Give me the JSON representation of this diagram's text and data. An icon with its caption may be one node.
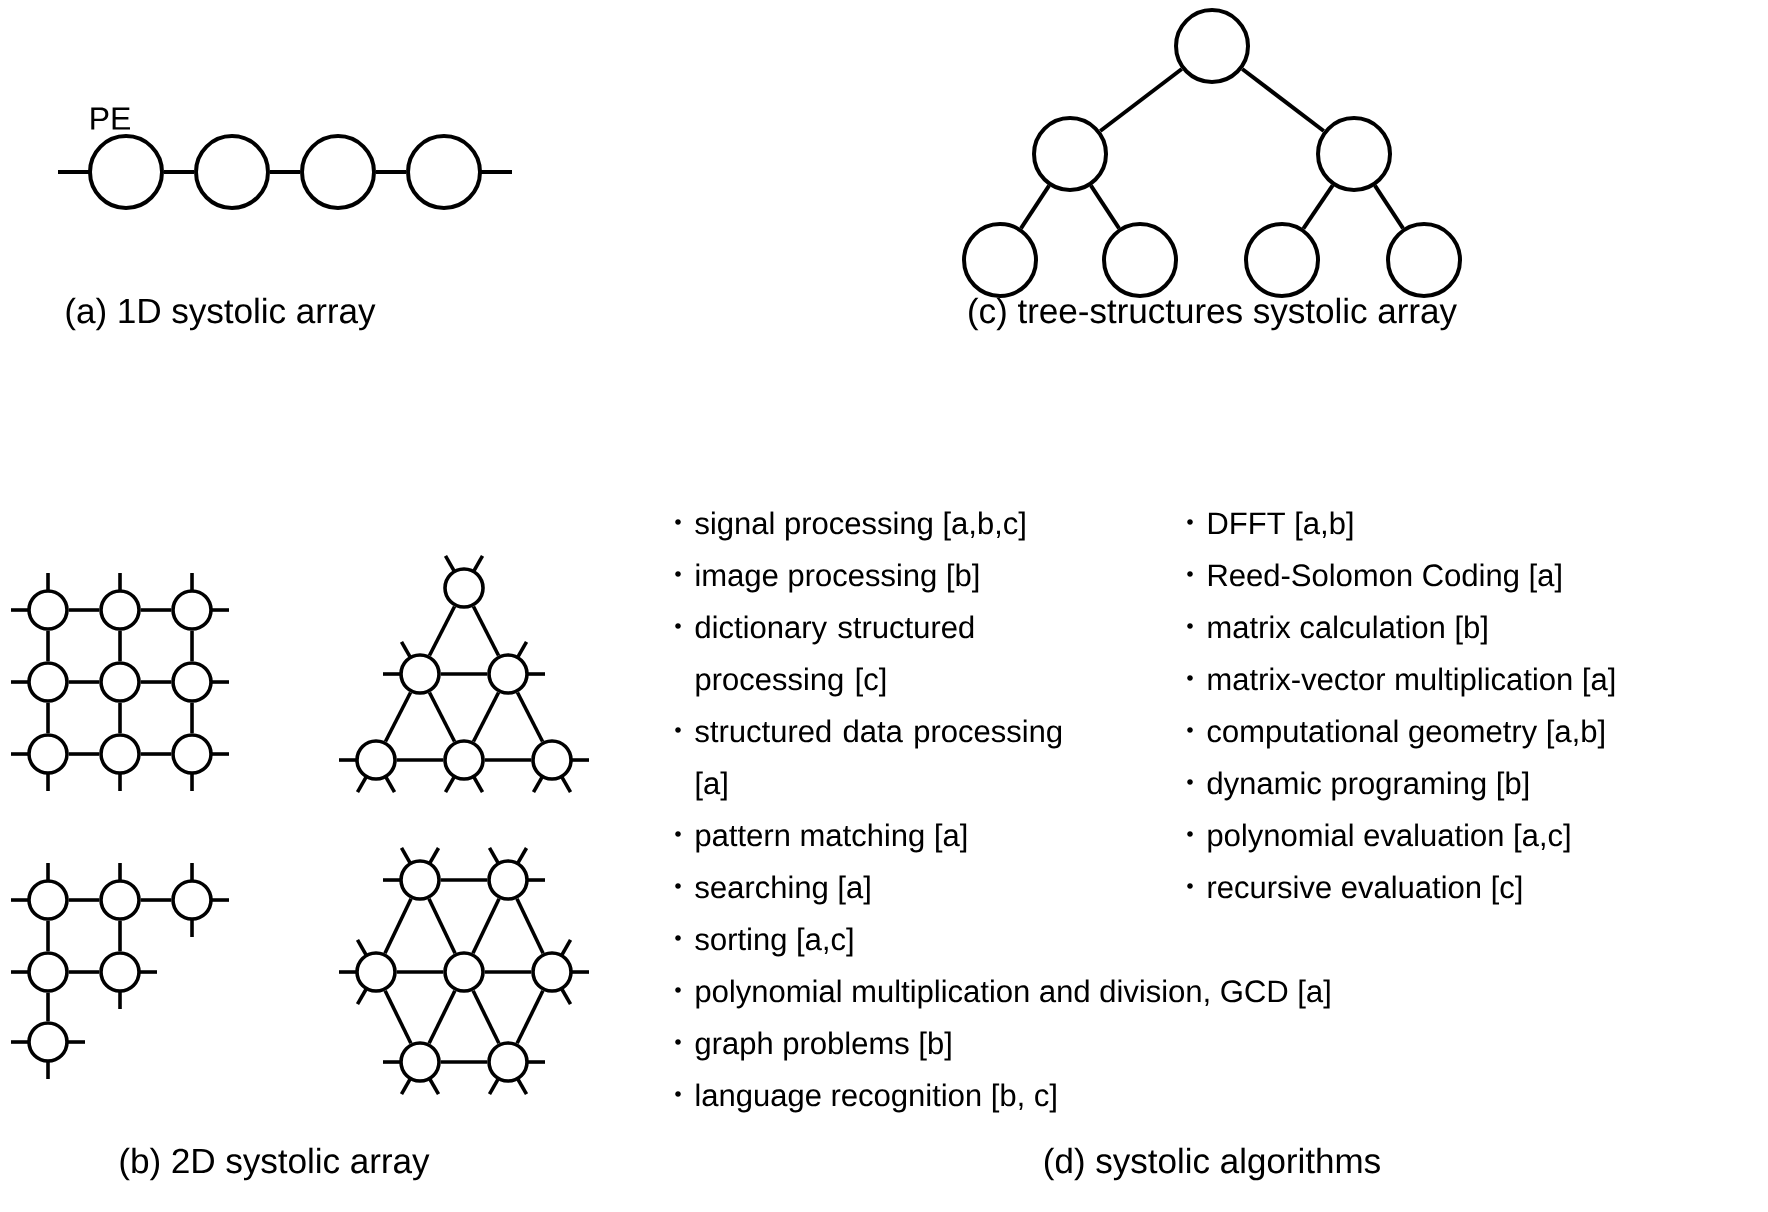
{
  "diagram": {
    "nodes": [
      {
        "text": [],
        "shape": "circle",
        "beside": [
          "PE"
        ]
      },
      {
        "text": [],
        "shape": "circle"
      },
      {
        "text": [],
        "shape": "circle"
      },
      {
        "text": [],
        "shape": "circle"
      },
      {
        "text": [],
        "shape": "circle"
      },
      {
        "text": [],
        "shape": "circle"
      },
      {
        "text": [],
        "shape": "circle"
      },
      {
        "text": [],
        "shape": "circle"
      },
      {
        "text": [],
        "shape": "circle"
      },
      {
        "text": [],
        "shape": "circle"
      },
      {
        "text": [],
        "shape": "circle"
      },
      {
        "text": [],
        "shape": "circle"
      },
      {
        "text": [],
        "shape": "circle"
      },
      {
        "text": [],
        "shape": "circle"
      },
      {
        "text": [],
        "shape": "circle"
      },
      {
        "text": [],
        "shape": "circle"
      },
      {
        "text": [],
        "shape": "circle"
      },
      {
        "text": [],
        "shape": "circle"
      },
      {
        "text": [],
        "shape": "circle"
      },
      {
        "text": [],
        "shape": "circle"
      },
      {
        "text": [],
        "shape": "circle"
      },
      {
        "text": [],
        "shape": "circle"
      },
      {
        "text": [],
        "shape": "circle"
      },
      {
        "text": [],
        "shape": "circle"
      },
      {
        "text": [],
        "shape": "circle"
      },
      {
        "text": [],
        "shape": "circle"
      },
      {
        "text": [],
        "shape": "circle"
      },
      {
        "text": [],
        "shape": "circle"
      },
      {
        "text": [],
        "shape": "circle"
      },
      {
        "text": [],
        "shape": "circle"
      },
      {
        "text": [],
        "shape": "circle"
      },
      {
        "text": [],
        "shape": "circle"
      },
      {
        "text": [],
        "shape": "circle"
      },
      {
        "text": [],
        "shape": "circle"
      },
      {
        "text": [],
        "shape": "circle"
      },
      {
        "text": [],
        "shape": "circle"
      },
      {
        "text": [],
        "shape": "circle"
      },
      {
        "text": [],
        "shape": "circle"
      },
      {
        "text": [],
        "shape": "circle"
      }
    ],
    "edges": [
      {
        "from": 0,
        "to": 1,
        "arrow": "none"
      },
      {
        "from": 1,
        "to": 2,
        "arrow": "none"
      },
      {
        "from": 2,
        "to": 3,
        "arrow": "none"
      },
      {
        "from": 4,
        "to": 5,
        "arrow": "none"
      },
      {
        "from": 4,
        "to": 6,
        "arrow": "none"
      },
      {
        "from": 5,
        "to": 7,
        "arrow": "none"
      },
      {
        "from": 5,
        "to": 8,
        "arrow": "none"
      },
      {
        "from": 6,
        "to": 9,
        "arrow": "none"
      },
      {
        "from": 6,
        "to": 10,
        "arrow": "none"
      },
      {
        "from": 11,
        "to": 12,
        "arrow": "none"
      },
      {
        "from": 12,
        "to": 13,
        "arrow": "none"
      },
      {
        "from": 14,
        "to": 15,
        "arrow": "none"
      },
      {
        "from": 15,
        "to": 16,
        "arrow": "none"
      },
      {
        "from": 17,
        "to": 18,
        "arrow": "none"
      },
      {
        "from": 18,
        "to": 19,
        "arrow": "none"
      },
      {
        "from": 11,
        "to": 14,
        "arrow": "none"
      },
      {
        "from": 14,
        "to": 17,
        "arrow": "none"
      },
      {
        "from": 12,
        "to": 15,
        "arrow": "none"
      },
      {
        "from": 15,
        "to": 18,
        "arrow": "none"
      },
      {
        "from": 13,
        "to": 16,
        "arrow": "none"
      },
      {
        "from": 16,
        "to": 19,
        "arrow": "none"
      },
      {
        "from": 20,
        "to": 21,
        "arrow": "none"
      },
      {
        "from": 20,
        "to": 22,
        "arrow": "none"
      },
      {
        "from": 21,
        "to": 22,
        "arrow": "none"
      },
      {
        "from": 21,
        "to": 23,
        "arrow": "none"
      },
      {
        "from": 21,
        "to": 24,
        "arrow": "none"
      },
      {
        "from": 22,
        "to": 24,
        "arrow": "none"
      },
      {
        "from": 22,
        "to": 25,
        "arrow": "none"
      },
      {
        "from": 23,
        "to": 24,
        "arrow": "none"
      },
      {
        "from": 24,
        "to": 25,
        "arrow": "none"
      },
      {
        "from": 26,
        "to": 27,
        "arrow": "none"
      },
      {
        "from": 27,
        "to": 28,
        "arrow": "none"
      },
      {
        "from": 26,
        "to": 29,
        "arrow": "none"
      },
      {
        "from": 27,
        "to": 30,
        "arrow": "none"
      },
      {
        "from": 29,
        "to": 30,
        "arrow": "none"
      },
      {
        "from": 29,
        "to": 31,
        "arrow": "none"
      },
      {
        "from": 32,
        "to": 33,
        "arrow": "none"
      },
      {
        "from": 32,
        "to": 34,
        "arrow": "none"
      },
      {
        "from": 32,
        "to": 35,
        "arrow": "none"
      },
      {
        "from": 33,
        "to": 35,
        "arrow": "none"
      },
      {
        "from": 33,
        "to": 36,
        "arrow": "none"
      },
      {
        "from": 34,
        "to": 35,
        "arrow": "none"
      },
      {
        "from": 35,
        "to": 36,
        "arrow": "none"
      },
      {
        "from": 34,
        "to": 37,
        "arrow": "none"
      },
      {
        "from": 35,
        "to": 37,
        "arrow": "none"
      },
      {
        "from": 35,
        "to": 38,
        "arrow": "none"
      },
      {
        "from": 36,
        "to": 38,
        "arrow": "none"
      },
      {
        "from": 37,
        "to": 38,
        "arrow": "none"
      }
    ],
    "labels": [
      "(a) 1D systolic array",
      "(c) tree-structures systolic array",
      "signal processing [a,b,c]",
      "image processing [b]",
      "dictionary structured processing [c]",
      "structured data processing [a]",
      "pattern matching [a]",
      "searching [a]",
      "sorting [a,c]",
      "polynomial multiplication and division, GCD [a]",
      "graph problems [b]",
      "language recognition [b, c]",
      "DFFT [a,b]",
      "Reed-Solomon Coding [a]",
      "matrix calculation [b]",
      "matrix-vector multiplication [a]",
      "computational geometry [a,b]",
      "dynamic programing [b]",
      "polynomial evaluation [a,c]",
      "recursive evaluation [c]",
      "(b) 2D systolic array",
      "(d) systolic algorithms"
    ]
  }
}
